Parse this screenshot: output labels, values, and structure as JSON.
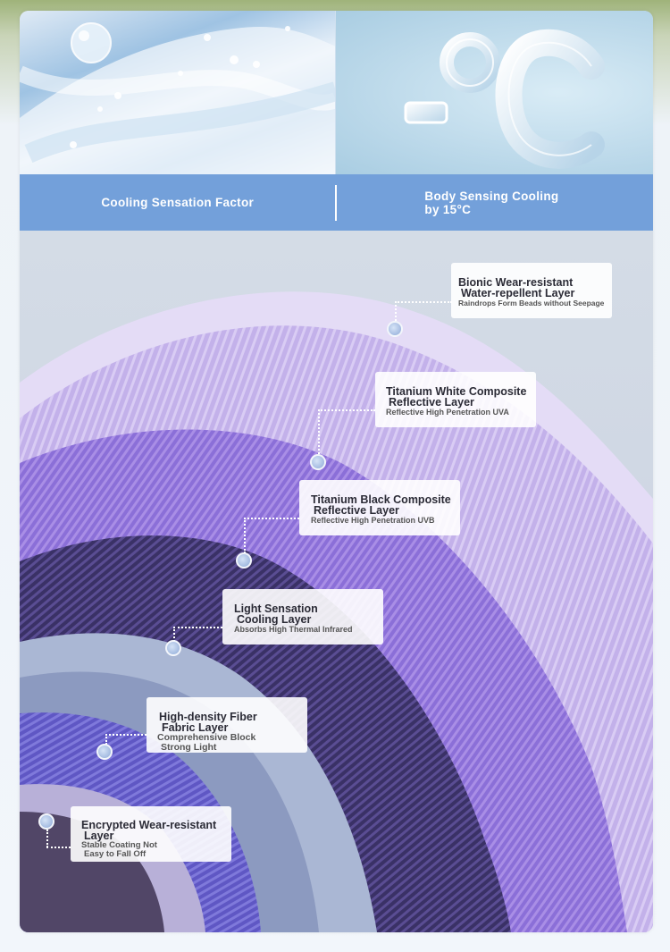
{
  "banner": {
    "left": "Cooling Sensation Factor",
    "right_line1": "Body Sensing Cooling",
    "right_line2": "by 15°C"
  },
  "temperature_graphic": {
    "minus": "-",
    "degree_c": "°C"
  },
  "layers": [
    {
      "title_line1": "Bionic Wear-resistant",
      "title_line2": "Water-repellent Layer",
      "sub_line1": "Raindrops Form Beads without Seepage",
      "sub_line2": ""
    },
    {
      "title_line1": "Titanium White Composite",
      "title_line2": "Reflective Layer",
      "sub_line1": "Reflective High Penetration UVA",
      "sub_line2": ""
    },
    {
      "title_line1": "Titanium Black Composite",
      "title_line2": "Reflective Layer",
      "sub_line1": "Reflective High Penetration UVB",
      "sub_line2": ""
    },
    {
      "title_line1": "Light Sensation",
      "title_line2": "Cooling Layer",
      "sub_line1": "Absorbs High Thermal Infrared",
      "sub_line2": ""
    },
    {
      "title_line1": "High-density Fiber",
      "title_line2": "Fabric Layer",
      "sub_line1": "Comprehensive Block",
      "sub_line2": "Strong Light"
    },
    {
      "title_line1": "Encrypted Wear-resistant",
      "title_line2": "Layer",
      "sub_line1": "Stable Coating Not",
      "sub_line2": "Easy to Fall Off"
    }
  ],
  "colors": {
    "banner": "#73a0da",
    "layer_lavender": "#c7b6ec",
    "layer_violet": "#8a6fd9",
    "layer_indigo": "#4b3c9a",
    "layer_dark": "#2e2b4a"
  }
}
